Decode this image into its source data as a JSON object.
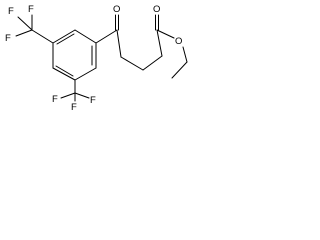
{
  "molecule": {
    "atoms": {
      "carbonyl_oxygen": "O",
      "ester_carbonyl_oxygen": "O",
      "ester_oxygen": "O",
      "cf3_top": [
        "F",
        "F",
        "F"
      ],
      "cf3_bottom": [
        "F",
        "F",
        "F"
      ]
    },
    "colors": {
      "bond": "#000000",
      "label": "#000000",
      "background": "#ffffff"
    }
  }
}
